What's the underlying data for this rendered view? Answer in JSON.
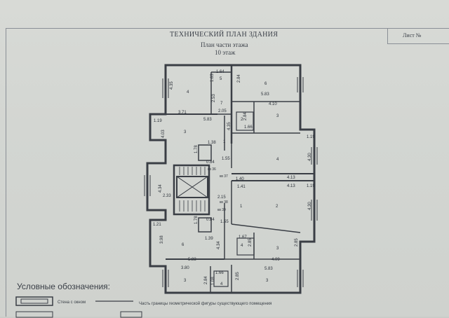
{
  "header": {
    "title": "ТЕХНИЧЕСКИЙ ПЛАН ЗДАНИЯ",
    "subtitle": "План части этажа",
    "floor": "10 этаж",
    "sheet_label": "Лист №"
  },
  "plan": {
    "labels": [
      "1.64",
      "1.63",
      "5",
      "2.84",
      "6",
      "5.83",
      "4.35",
      "4",
      "7",
      "2.53",
      "2.05",
      "4.10",
      "3",
      "3.71",
      "5.83",
      "2",
      "2.84",
      "1.66",
      "1.19",
      "4.03",
      "3",
      "4.35",
      "1.19",
      "1.38",
      "1",
      "1.78",
      "0.84",
      "1.55",
      "4.30",
      "4",
      "кв 36",
      "кв 37",
      "1.40",
      "4.13",
      "1.41",
      "4.13",
      "1.19",
      "4.34",
      "2.33",
      "кв 38",
      "2.15",
      "кв 39",
      "1",
      "2",
      "4.30",
      "1.21",
      "0.84",
      "1.55",
      "1.78",
      "1.39",
      "1.67",
      "3.98",
      "6",
      "4.34",
      "4",
      "2.85",
      "3",
      "2.85",
      "5.83",
      "4.09",
      "3.80",
      "1.66",
      "5.83",
      "3",
      "2.84",
      "1.08",
      "4",
      "2.85",
      "3"
    ]
  },
  "legend": {
    "title": "Условные обозначения:",
    "items": [
      "Стена с окном",
      "Часть границы геометрической фигуры существующего помещения"
    ]
  }
}
